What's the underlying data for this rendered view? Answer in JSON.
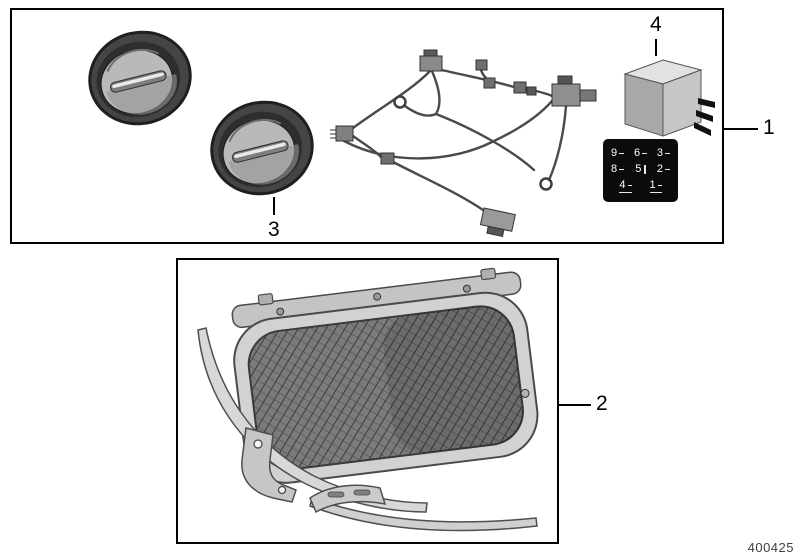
{
  "callouts": {
    "kit": "1",
    "grille": "2",
    "lamps": "3",
    "relay": "4"
  },
  "relay_diagram": {
    "row1": [
      "9",
      "6",
      "3"
    ],
    "row2": [
      "8",
      "5",
      "2"
    ],
    "row3": [
      "4",
      "1"
    ]
  },
  "footer": {
    "part_number": "400425"
  }
}
